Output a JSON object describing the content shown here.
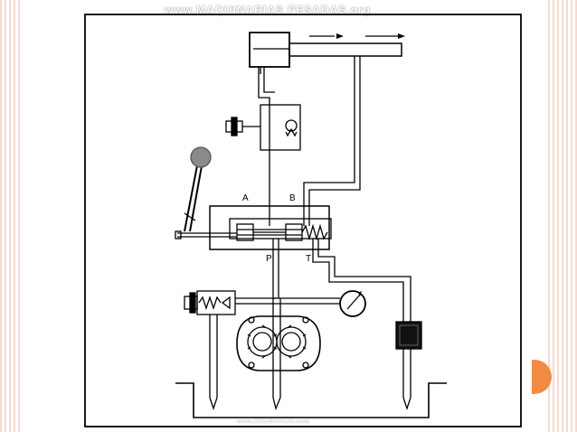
{
  "watermark": {
    "top": "www.MAQUINARIAS PESADAS.org",
    "bottom": "www.CIROSCOCAT.com"
  },
  "labels": {
    "port_a": "A",
    "port_b": "B",
    "port_p": "P",
    "port_t": "T"
  },
  "colors": {
    "accent": "#f28b45",
    "border_stripe": "#f7d9cf",
    "lever_knob": "#8a8a8a",
    "line": "#000000"
  },
  "icons": [
    "lever-icon",
    "pressure-gauge-icon",
    "gear-pump-icon",
    "spring-icon",
    "filter-icon",
    "adjustment-screw-icon"
  ]
}
